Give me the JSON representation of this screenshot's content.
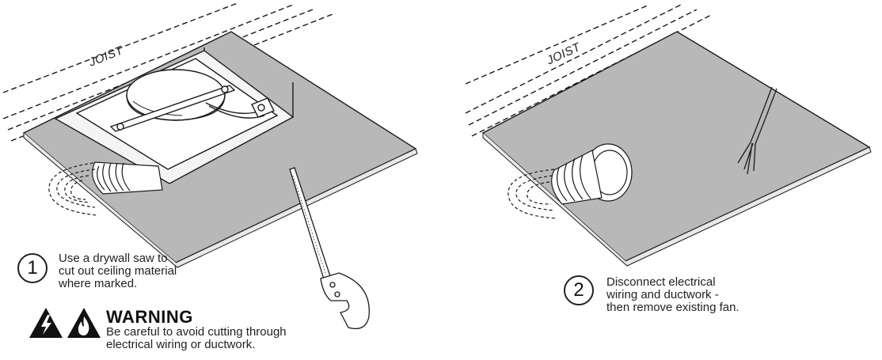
{
  "panel1": {
    "joist_label": "JOIST",
    "step_number": "1",
    "step_text": [
      "Use a drywall saw to",
      "cut out ceiling material",
      "where marked."
    ]
  },
  "panel2": {
    "joist_label": "JOIST",
    "step_number": "2",
    "step_text": [
      "Disconnect electrical",
      "wiring and ductwork -",
      "then remove existing fan."
    ]
  },
  "warning": {
    "title": "WARNING",
    "text": [
      "Be careful to avoid cutting through",
      "electrical wiring or ductwork."
    ],
    "icons": [
      "electrical-hazard-icon",
      "fire-hazard-icon"
    ]
  },
  "colors": {
    "ceiling_fill": "#b8b8b8",
    "line": "#1a1a1a",
    "hazard": "#111111"
  }
}
